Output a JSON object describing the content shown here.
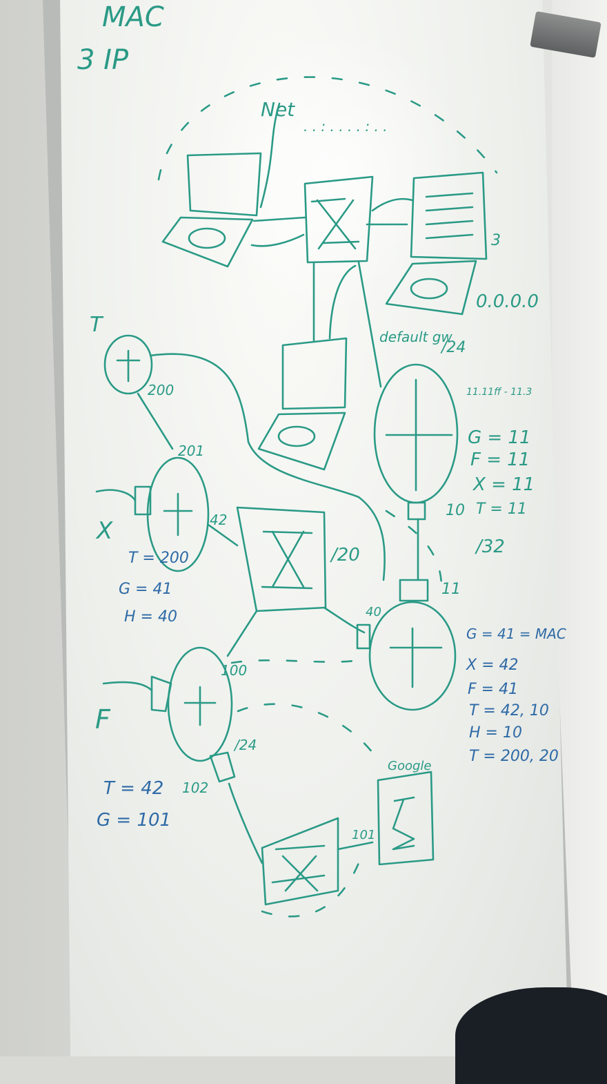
{
  "colors": {
    "ink": "#2a9a86",
    "ink_blue": "#2e6aa6",
    "board": "#f4f5f1",
    "wall": "#d9dad6"
  },
  "header": {
    "line1": "MAC",
    "line2": "3 IP"
  },
  "top": {
    "net": "Net",
    "net_dots": ". . : . . . . : . ."
  },
  "laptops": {
    "server_suffix": "3",
    "zero_ip": "0.0.0.0"
  },
  "right_router": {
    "default_gw": "default gw",
    "mask": "/24",
    "range": "11.11ff - 11.3",
    "table": [
      "G = 11",
      "F = 11",
      "X = 11",
      "T = 11"
    ],
    "port_10": "10",
    "mask32": "/32"
  },
  "top_left_router": {
    "letter": "T",
    "port": "200"
  },
  "left_router": {
    "port_top": "201",
    "port_right": "42",
    "letter": "X",
    "table": [
      "T = 200",
      "G = 41",
      "H = 40"
    ]
  },
  "center_switch": {
    "mask": "/20"
  },
  "bottom_right_router": {
    "port_top": "11",
    "port_left": "40",
    "table": [
      "G = 41 = MAC",
      "X = 42",
      "F = 41",
      "T = 42, 10",
      "H = 10",
      "T = 200, 20"
    ]
  },
  "bottom_left_router": {
    "letter": "F",
    "port_top": "100",
    "port_mask": "/24",
    "port_bottom": "102",
    "table": [
      "T = 42",
      "G = 101"
    ]
  },
  "google": {
    "label": "Google",
    "port": "101"
  }
}
